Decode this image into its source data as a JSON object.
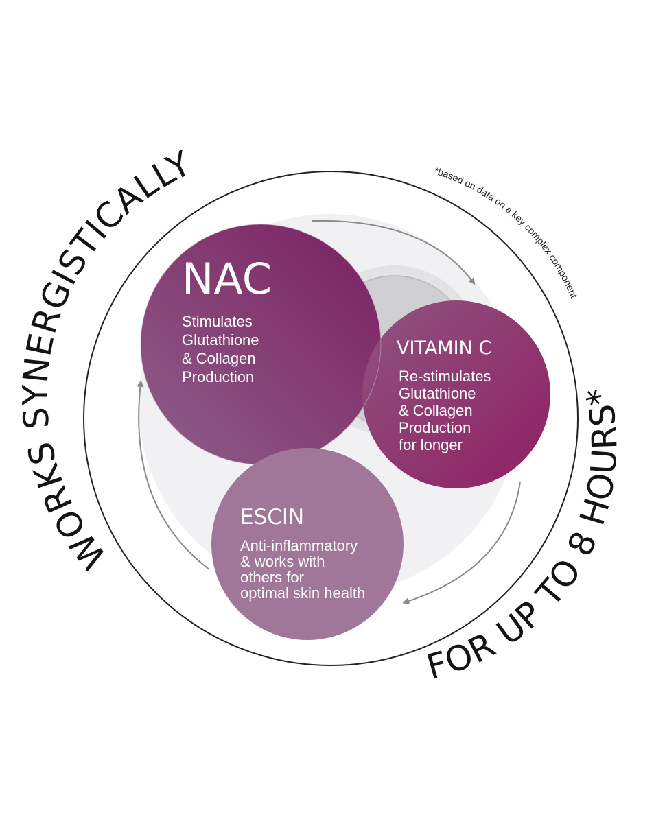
{
  "outer_text": {
    "left_arc": "WORKS SYNERGISTICALLY",
    "right_arc": "FOR UP TO 8 HOURS*",
    "footnote": "*based on data on a key complex component"
  },
  "nodes": [
    {
      "id": "nac",
      "title": "NAC",
      "lines": [
        "Stimulates",
        "Glutathione",
        "& Collagen",
        "Production"
      ],
      "color": "#7f2a6a"
    },
    {
      "id": "vitamin-c",
      "title": "VITAMIN C",
      "lines": [
        "Re-stimulates",
        "Glutathione",
        "& Collagen",
        "Production",
        "for longer"
      ],
      "color": "#8b2163"
    },
    {
      "id": "escin",
      "title": "ESCIN",
      "lines": [
        "Anti-inflammatory",
        "& works with",
        "others for",
        "optimal skin health"
      ],
      "color": "#a07799"
    }
  ],
  "colors": {
    "ring": "#222222",
    "inner_bg": "#f1f1f3",
    "arrow": "#8a8a8a"
  }
}
